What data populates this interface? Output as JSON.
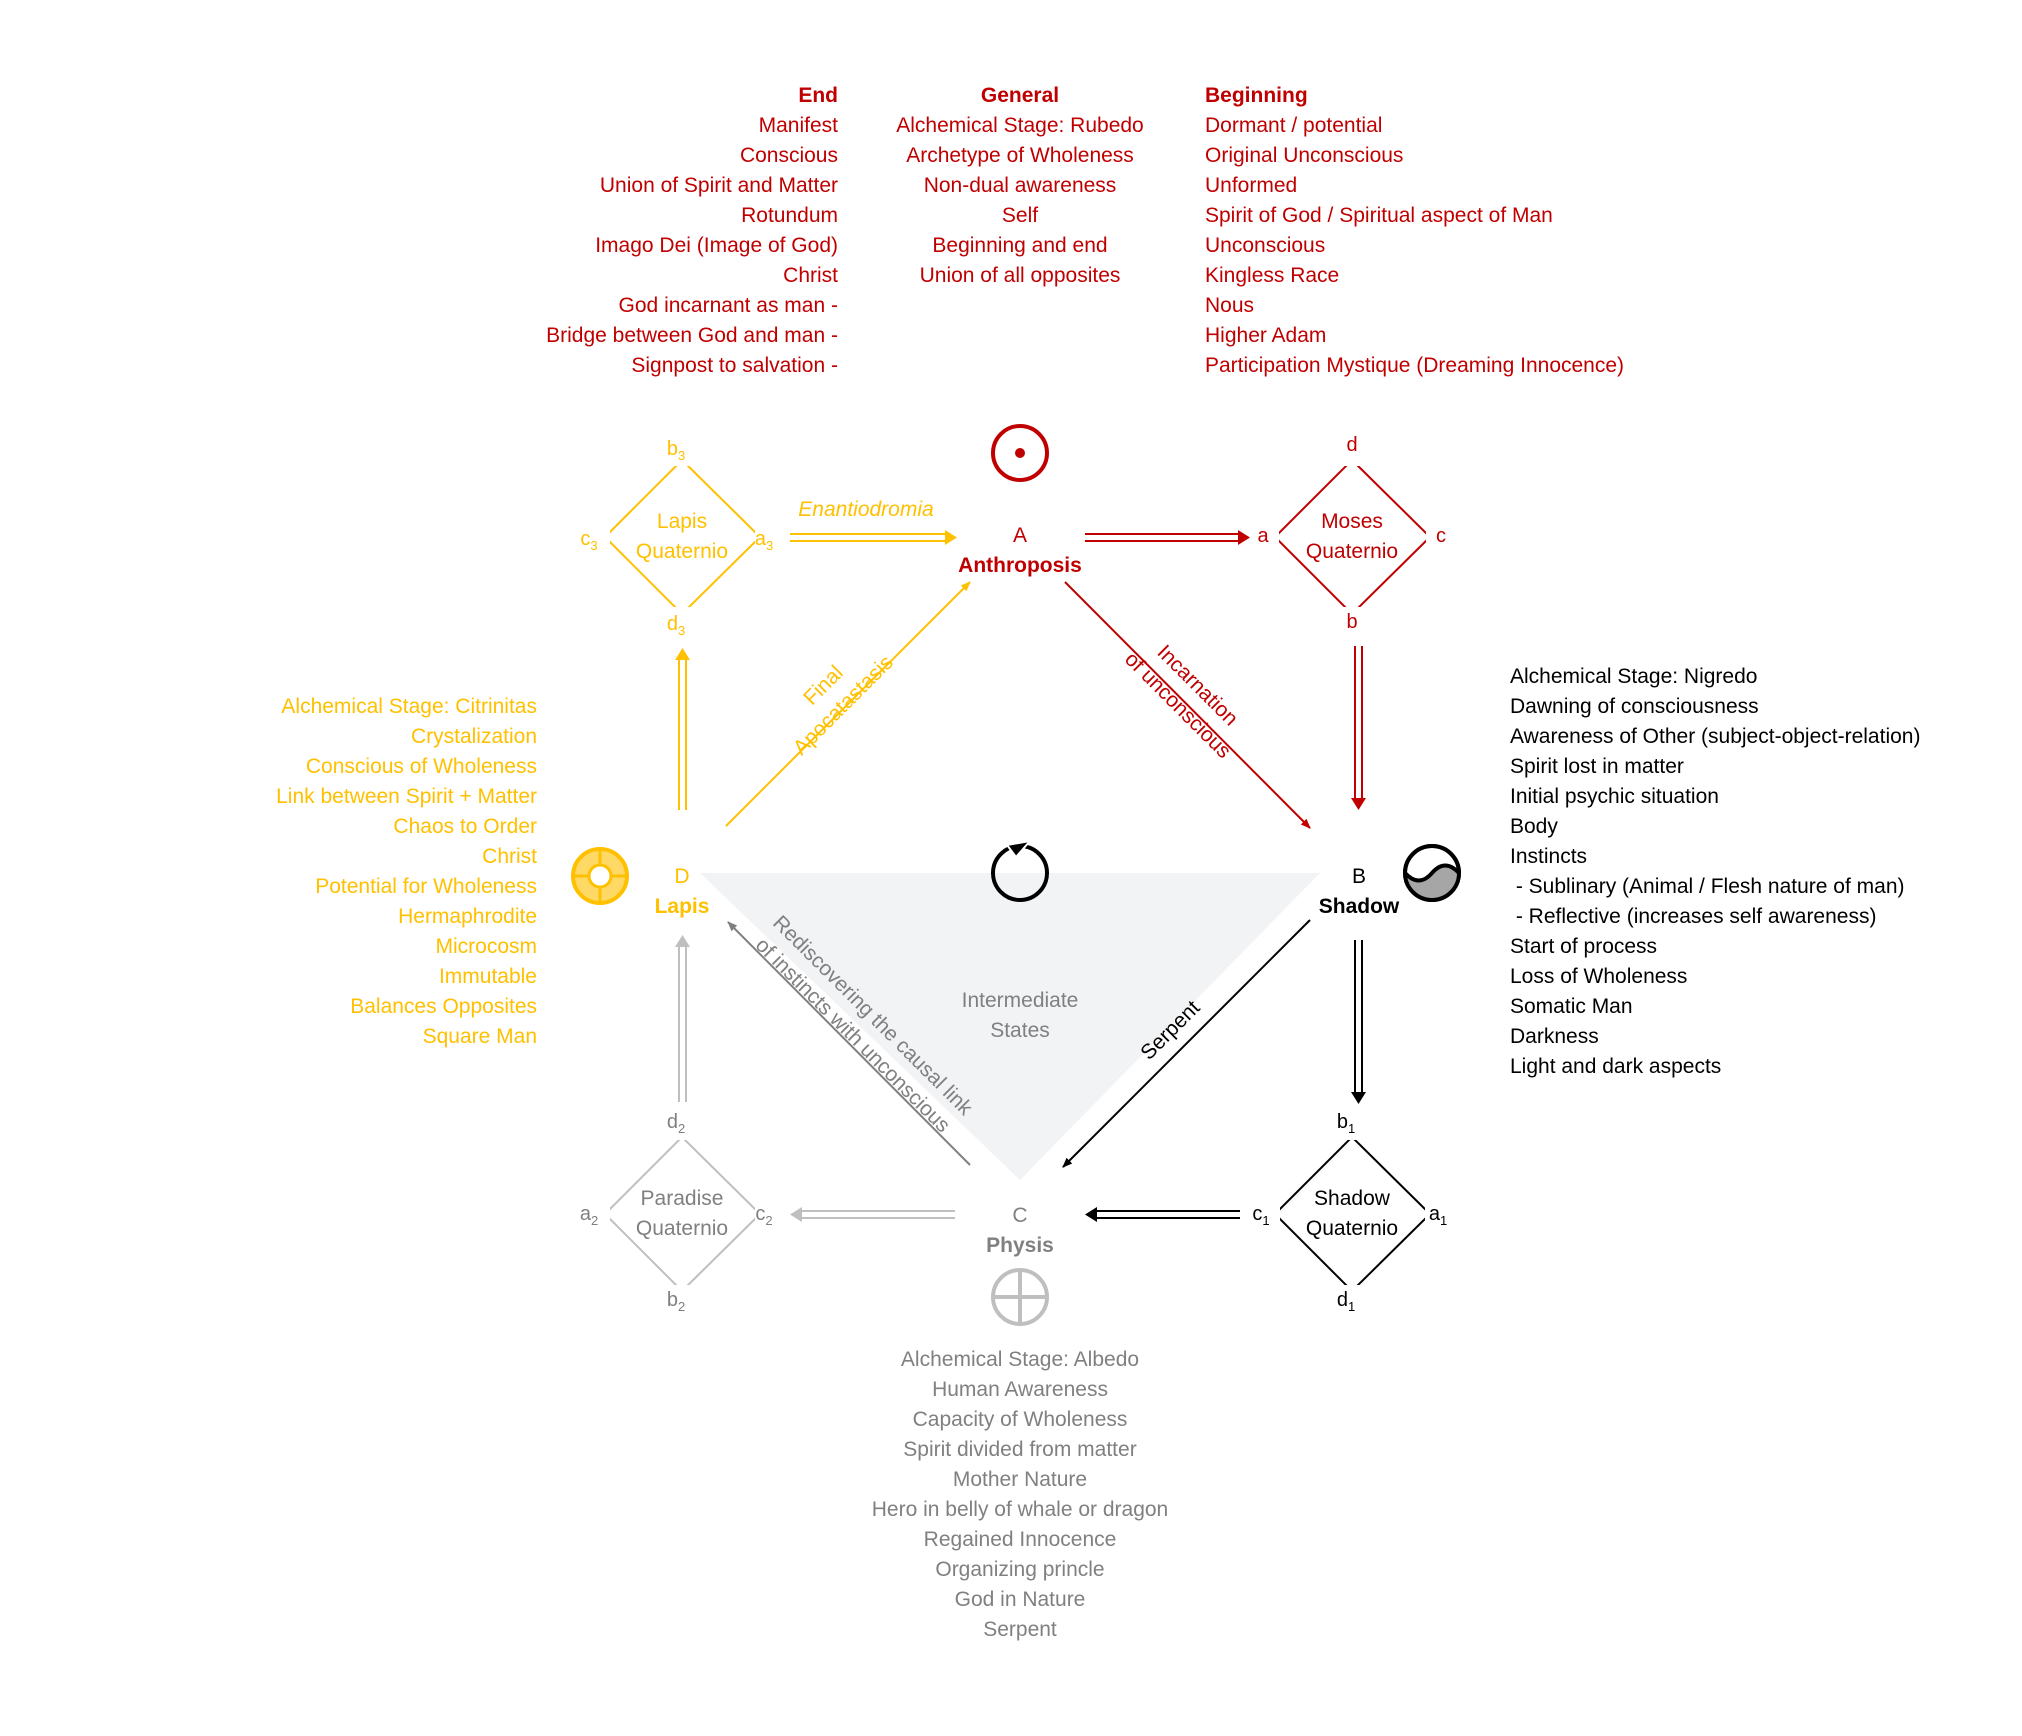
{
  "colors": {
    "red": "#c00000",
    "gold": "#ffc000",
    "gray": "#a6a6a6",
    "black": "#000000",
    "triangle_fill": "#f2f3f5"
  },
  "top": {
    "end": {
      "header": "End",
      "items": [
        "Manifest",
        "Conscious",
        "Union of Spirit and Matter",
        "Rotundum",
        "Imago Dei (Image of God)",
        "Christ",
        "God incarnant as man -",
        "Bridge between God and man -",
        "Signpost to salvation -"
      ]
    },
    "general": {
      "header": "General",
      "items": [
        "Alchemical Stage: Rubedo",
        "Archetype of Wholeness",
        "Non-dual awareness",
        "Self",
        "Beginning and end",
        "Union of all opposites"
      ]
    },
    "beginning": {
      "header": "Beginning",
      "items": [
        "Dormant / potential",
        "Original Unconscious",
        "Unformed",
        "Spirit of God / Spiritual aspect of Man",
        "Unconscious",
        "Kingless Race",
        "Nous",
        "Higher Adam",
        "Participation Mystique (Dreaming Innocence)"
      ]
    }
  },
  "nodes": {
    "A": {
      "letter": "A",
      "name": "Anthroposis",
      "icon": "sun-circle-dot-icon"
    },
    "B": {
      "letter": "B",
      "name": "Shadow",
      "icon": "yin-yang-icon"
    },
    "C": {
      "letter": "C",
      "name": "Physis",
      "icon": "earth-cross-circle-icon"
    },
    "D": {
      "letter": "D",
      "name": "Lapis",
      "icon": "wheel-circle-icon"
    },
    "center": {
      "icon": "circular-arrow-icon",
      "label1": "Intermediate",
      "label2": "States"
    }
  },
  "quaternios": {
    "lapis": {
      "line1": "Lapis",
      "line2": "Quaternio",
      "top": "b",
      "top_sub": "3",
      "left": "c",
      "left_sub": "3",
      "right": "a",
      "right_sub": "3",
      "bottom": "d",
      "bottom_sub": "3"
    },
    "moses": {
      "line1": "Moses",
      "line2": "Quaternio",
      "top": "d",
      "left": "a",
      "right": "c",
      "bottom": "b"
    },
    "paradise": {
      "line1": "Paradise",
      "line2": "Quaternio",
      "top": "d",
      "top_sub": "2",
      "left": "a",
      "left_sub": "2",
      "right": "c",
      "right_sub": "2",
      "bottom": "b",
      "bottom_sub": "2"
    },
    "shadow": {
      "line1": "Shadow",
      "line2": "Quaternio",
      "top": "b",
      "top_sub": "1",
      "left": "c",
      "left_sub": "1",
      "right": "a",
      "right_sub": "1",
      "bottom": "d",
      "bottom_sub": "1"
    }
  },
  "edges": {
    "enantiodromia": "Enantiodromia",
    "final1": "Final",
    "final2": "Apocatastasis",
    "incarnation1": "Incarnation",
    "incarnation2": "of unconscious",
    "serpent": "Serpent",
    "rediscover1": "Rediscovering the causal link",
    "rediscover2": "of instincts with unconscious"
  },
  "lapis_list": [
    "Alchemical Stage: Citrinitas",
    "Crystalization",
    "Conscious of Wholeness",
    "Link between Spirit + Matter",
    "Chaos to Order",
    "Christ",
    "Potential for Wholeness",
    "Hermaphrodite",
    "Microcosm",
    "Immutable",
    "Balances Opposites",
    "Square Man"
  ],
  "shadow_list": [
    "Alchemical Stage: Nigredo",
    "Dawning of consciousness",
    "Awareness of Other (subject-object-relation)",
    "Spirit lost in matter",
    "Initial psychic situation",
    "Body",
    "Instincts",
    " - Sublinary (Animal / Flesh nature of man)",
    " - Reflective (increases self awareness)",
    "Start of process",
    "Loss of Wholeness",
    "Somatic Man",
    "Darkness",
    "Light and dark aspects"
  ],
  "physis_list": [
    "Alchemical Stage: Albedo",
    "Human Awareness",
    "Capacity of Wholeness",
    "Spirit divided from matter",
    "Mother Nature",
    "Hero in belly of whale or dragon",
    "Regained Innocence",
    "Organizing princle",
    "God in Nature",
    "Serpent"
  ]
}
